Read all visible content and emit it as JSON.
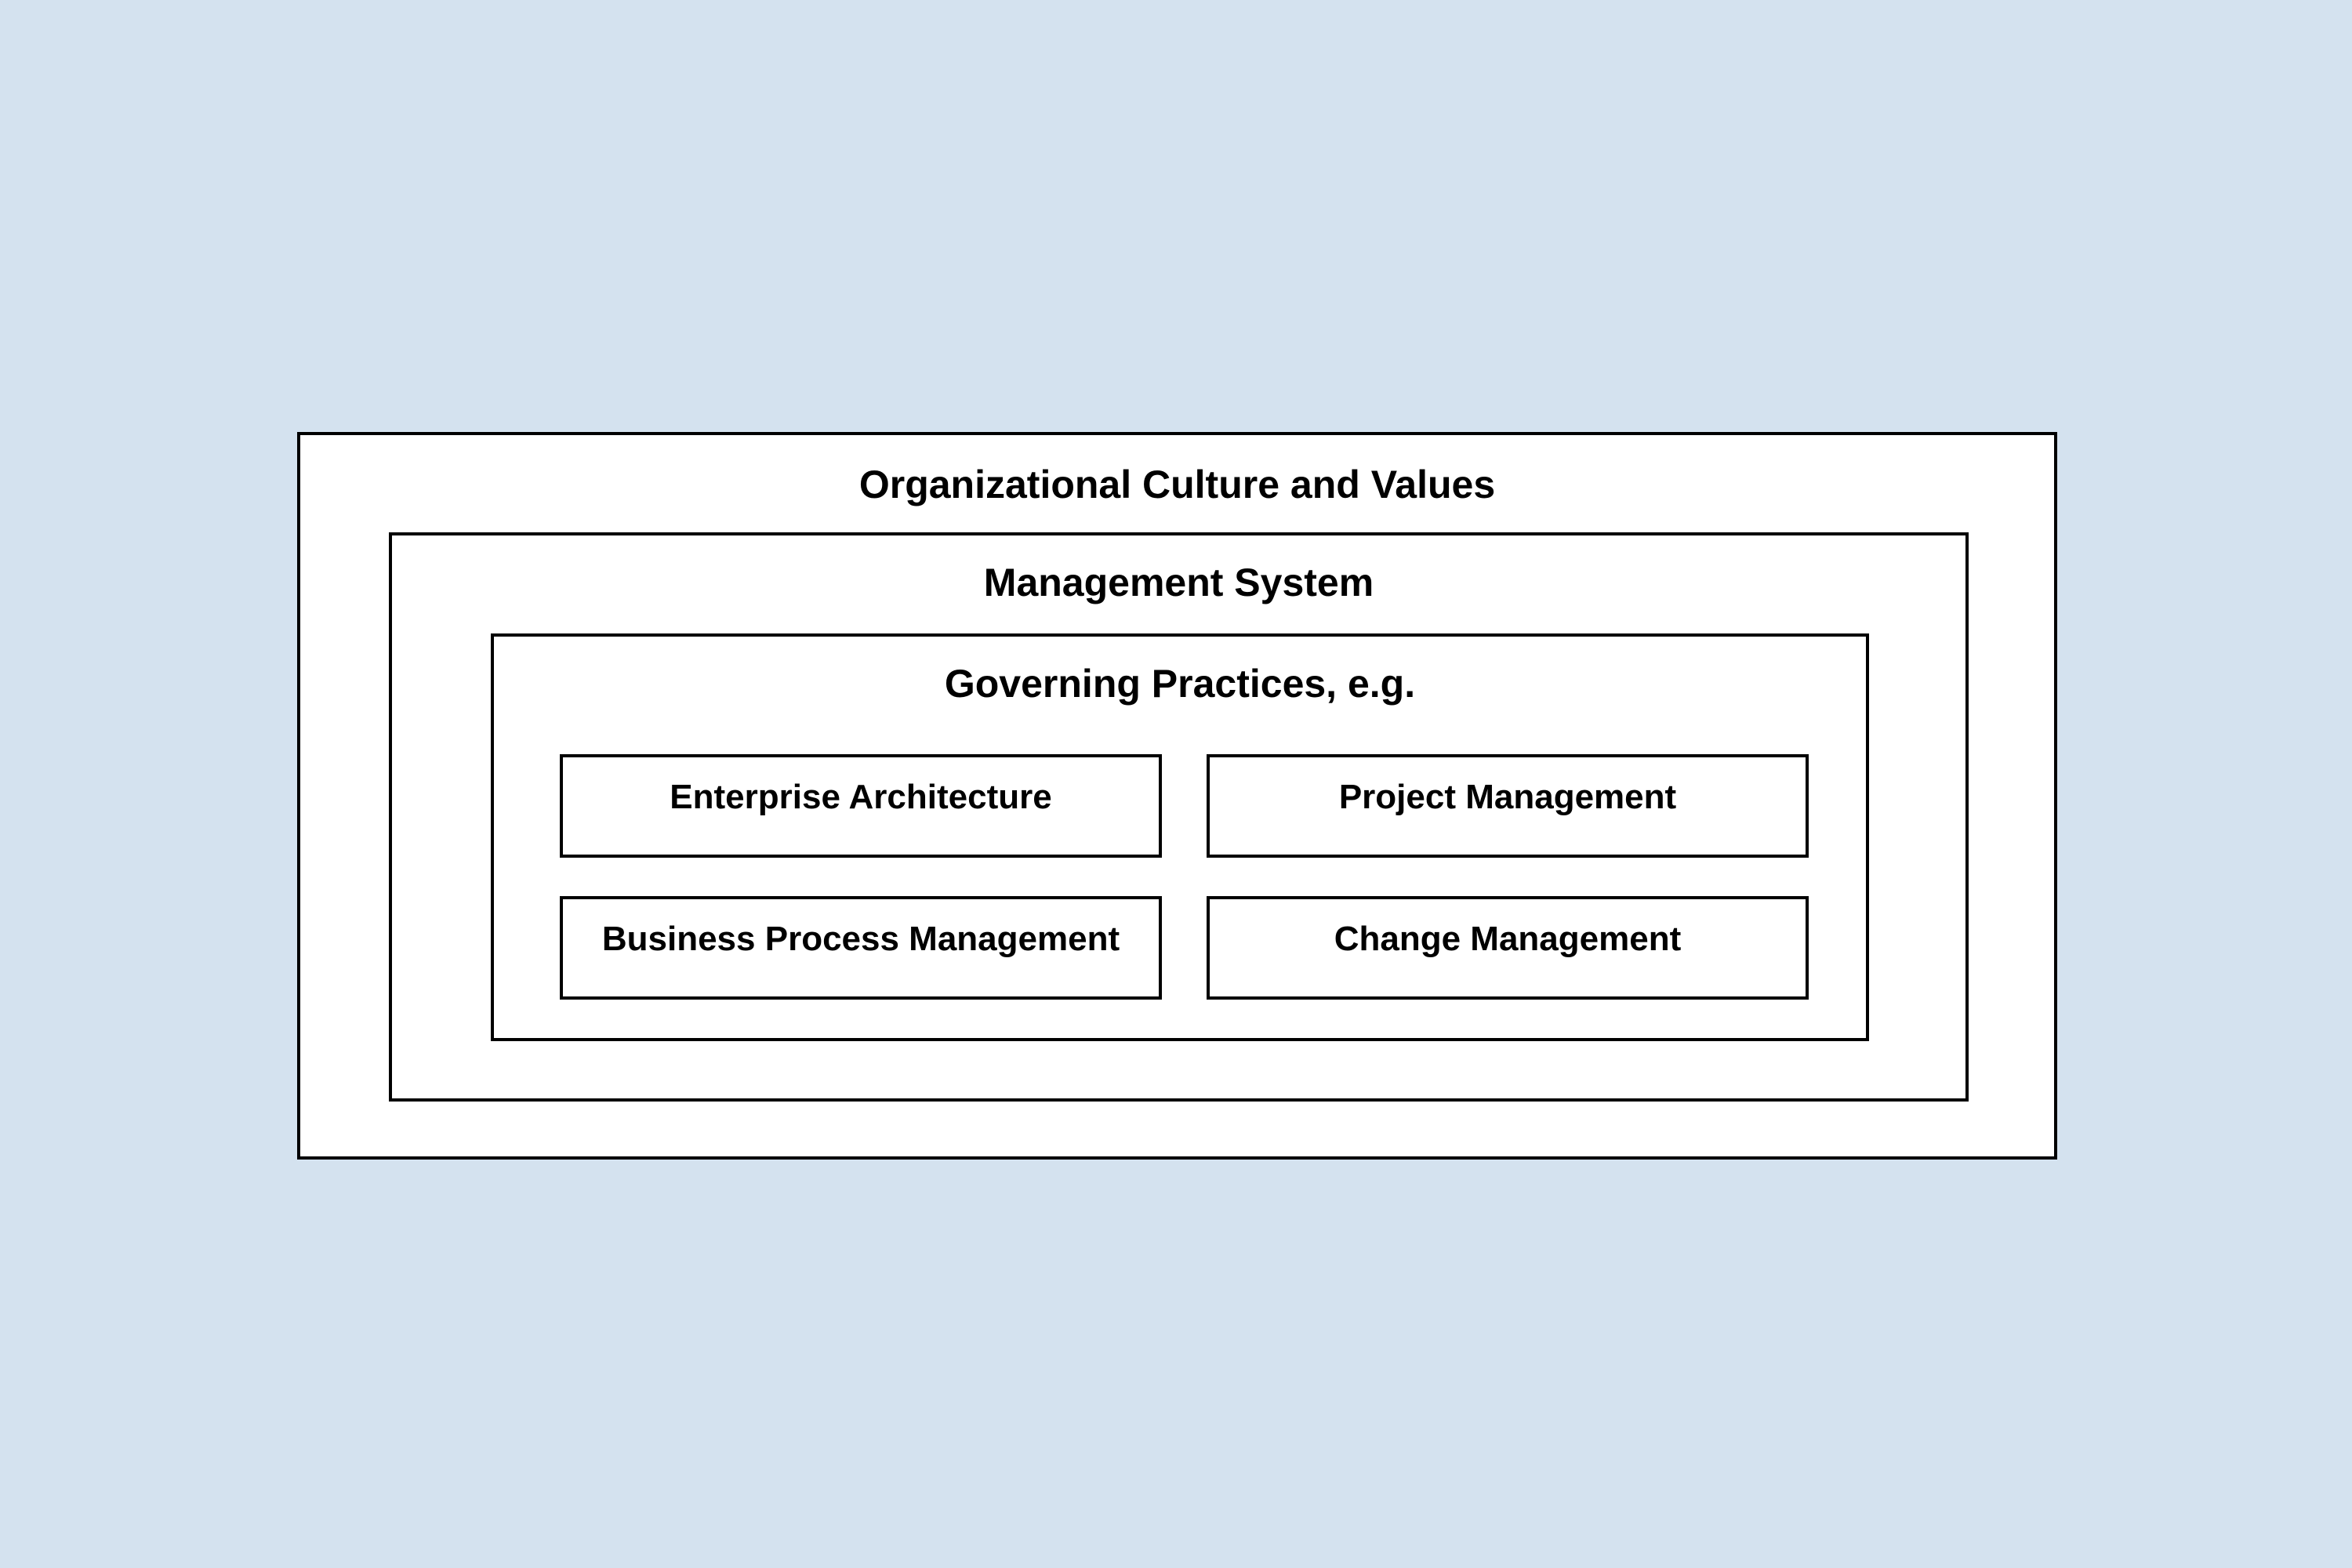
{
  "colors": {
    "background": "#d4e2ef",
    "box_fill": "#ffffff",
    "border": "#000000",
    "text": "#000000"
  },
  "outer": {
    "title": "Organizational Culture and Values"
  },
  "middle": {
    "title": "Management System"
  },
  "inner": {
    "title": "Governing Practices, e.g.",
    "practices": [
      {
        "label": "Enterprise Architecture"
      },
      {
        "label": "Project Management"
      },
      {
        "label": "Business Process Management"
      },
      {
        "label": "Change Management"
      }
    ]
  }
}
